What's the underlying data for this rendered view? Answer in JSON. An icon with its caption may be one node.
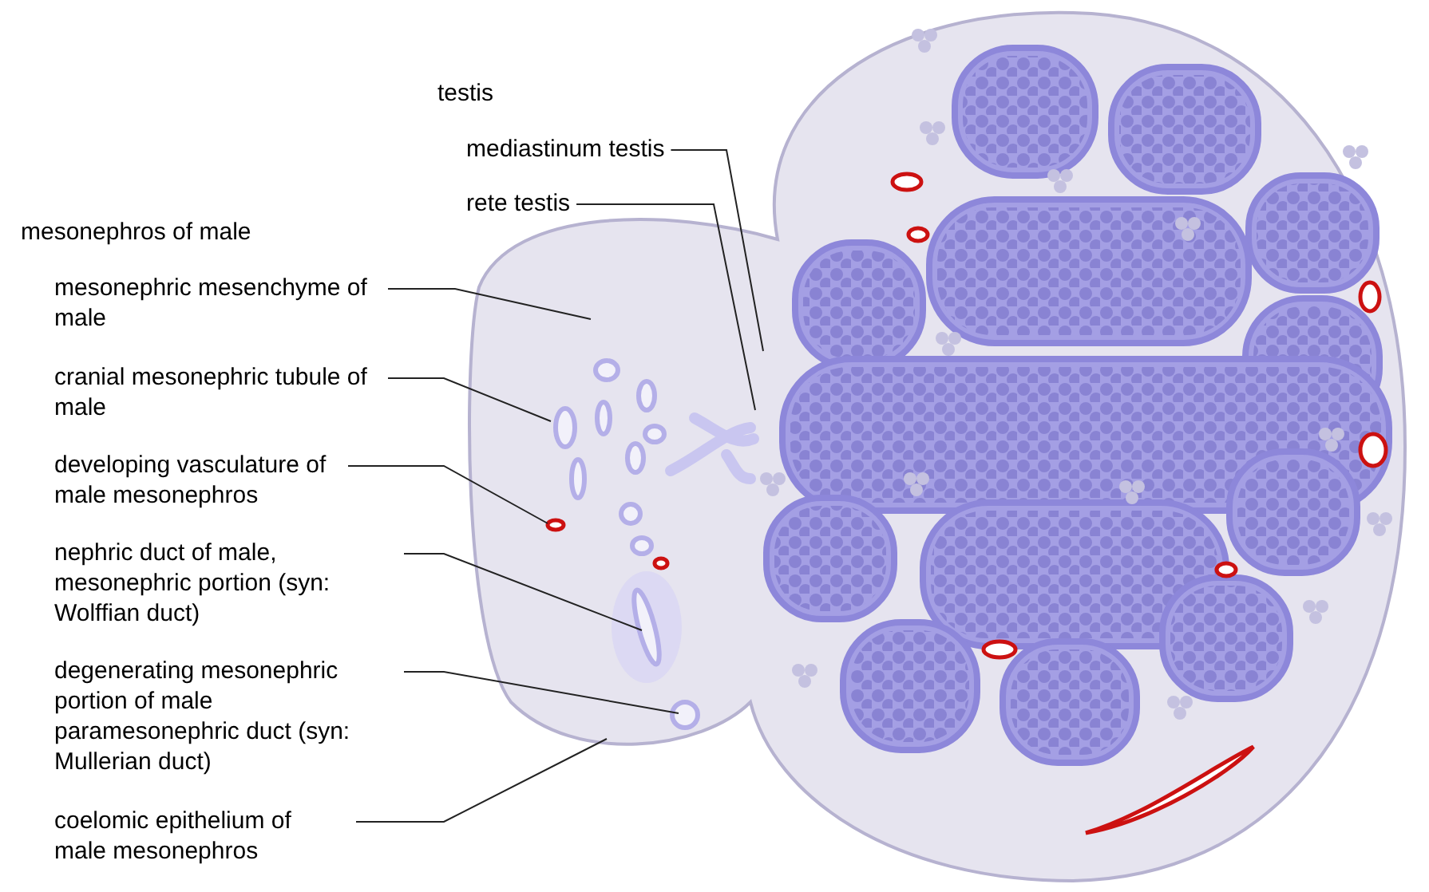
{
  "diagram": {
    "nodes": [
      {
        "text": [
          "mediastinum testis"
        ]
      },
      {
        "text": [
          "rete testis"
        ]
      },
      {
        "text": [
          "mesonephric mesenchyme of male"
        ]
      },
      {
        "text": [
          "cranial mesonephric tubule of male"
        ]
      },
      {
        "text": [
          "developing vasculature of male mesonephros"
        ]
      },
      {
        "text": [
          "nephric duct of male, mesonephric portion (syn: Wolffian duct)"
        ]
      },
      {
        "text": [
          "degenerating mesonephric portion of male paramesonephric duct (syn: Mullerian duct)"
        ]
      },
      {
        "text": [
          "coelomic epithelium of male mesonephros"
        ]
      }
    ],
    "edges": [
      {
        "from": 0,
        "to": null,
        "arrow": "none"
      },
      {
        "from": 1,
        "to": null,
        "arrow": "none"
      },
      {
        "from": 2,
        "to": null,
        "arrow": "none"
      },
      {
        "from": 3,
        "to": null,
        "arrow": "none"
      },
      {
        "from": 4,
        "to": null,
        "arrow": "none"
      },
      {
        "from": 5,
        "to": null,
        "arrow": "none"
      },
      {
        "from": 6,
        "to": null,
        "arrow": "none"
      },
      {
        "from": 7,
        "to": null,
        "arrow": "none"
      }
    ],
    "labels": [
      "testis",
      "mesonephros of male"
    ]
  }
}
